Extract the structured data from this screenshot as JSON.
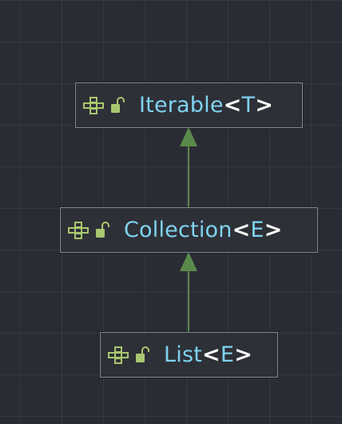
{
  "colors": {
    "background": "#2a2c35",
    "node_fill": "#2e3037",
    "node_border": "#85878c",
    "name_text": "#7fd3f0",
    "bracket_text": "#ffffff",
    "edge": "#5a8a4b",
    "icon_green": "#a8c770"
  },
  "nodes": [
    {
      "id": "iterable",
      "name": "Iterable",
      "open": "<",
      "type_param": "T",
      "close": ">",
      "icons": [
        "interface-icon",
        "unlocked-public-icon"
      ]
    },
    {
      "id": "collection",
      "name": "Collection",
      "open": "<",
      "type_param": "E",
      "close": ">",
      "icons": [
        "interface-icon",
        "unlocked-public-icon"
      ]
    },
    {
      "id": "list",
      "name": "List",
      "open": "<",
      "type_param": "E",
      "close": ">",
      "icons": [
        "interface-icon",
        "unlocked-public-icon"
      ]
    }
  ],
  "edges": [
    {
      "from": "collection",
      "to": "iterable",
      "type": "extends"
    },
    {
      "from": "list",
      "to": "collection",
      "type": "extends"
    }
  ]
}
